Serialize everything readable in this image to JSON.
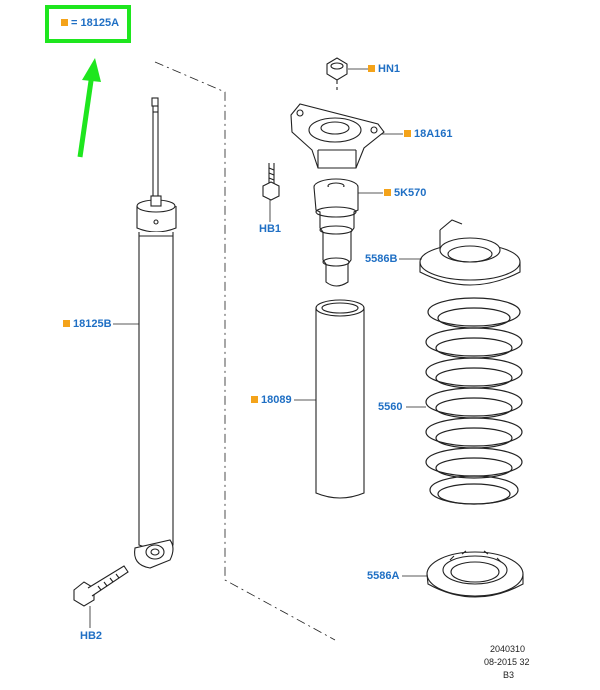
{
  "legend": {
    "equals": "=",
    "part": "18125A"
  },
  "labels": {
    "hn1": "HN1",
    "p18a161": "18A161",
    "p5k570": "5K570",
    "hb1": "HB1",
    "p5586b": "5586B",
    "p18125b": "18125B",
    "p18089": "18089",
    "p5560": "5560",
    "p5586a": "5586A",
    "hb2": "HB2"
  },
  "footer": {
    "line1": "2040310",
    "line2": "08-2015 32",
    "line3": "B3"
  },
  "colors": {
    "label": "#1f6fc4",
    "marker": "#f4a31a",
    "highlight": "#1ee61e"
  }
}
